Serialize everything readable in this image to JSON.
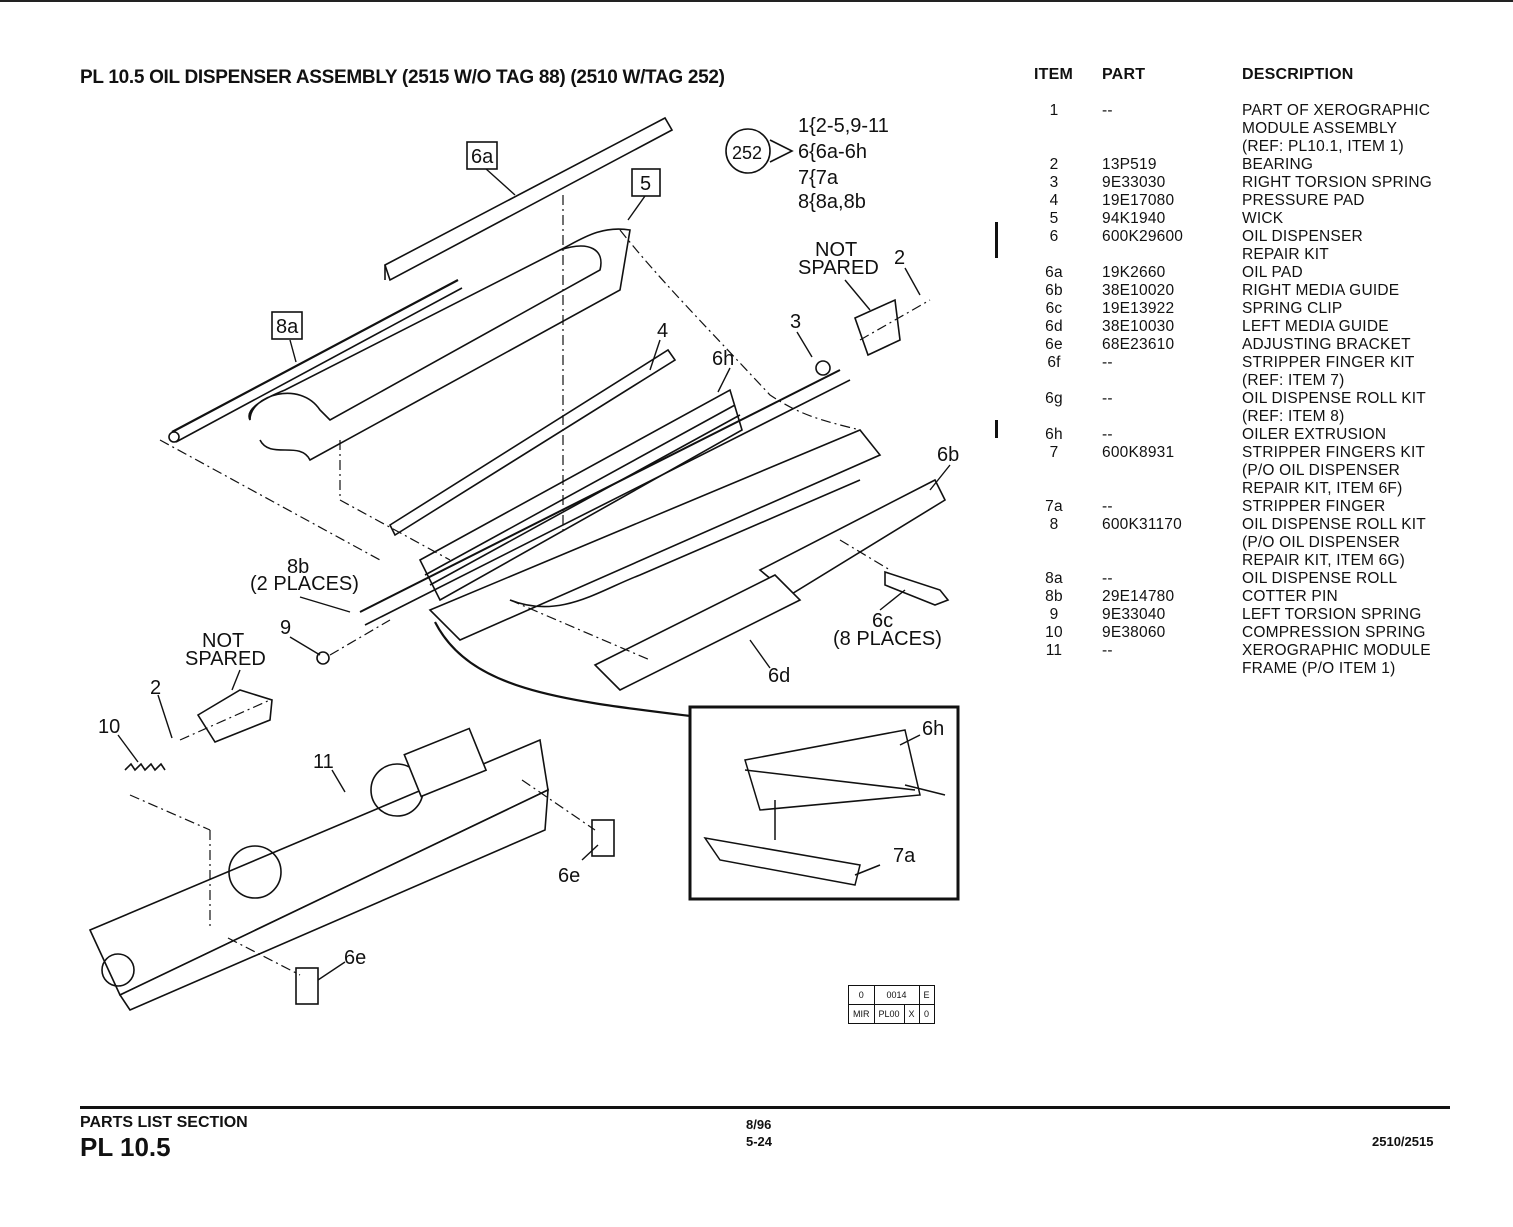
{
  "title": "PL 10.5 OIL DISPENSER ASSEMBLY (2515 W/O TAG 88) (2510 W/TAG 252)",
  "diagram": {
    "labels": {
      "6a": "6a",
      "5": "5",
      "8a": "8a",
      "4": "4",
      "6h": "6h",
      "3": "3",
      "2": "2",
      "not_spared": [
        "NOT",
        "SPARED"
      ],
      "6b": "6b",
      "8b": "8b",
      "two_places": "(2 PLACES)",
      "9": "9",
      "10": "10",
      "11": "11",
      "6e": "6e",
      "6c": "6c",
      "eight_places": "(8 PLACES)",
      "6d": "6d",
      "7a": "7a"
    },
    "tag": {
      "number": "252",
      "lines": [
        "1{2-5,9-11",
        "6{6a-6h",
        "7{7a",
        "8{8a,8b"
      ]
    },
    "stamp": {
      "row1": [
        "0",
        "0014",
        "E"
      ],
      "row2": [
        "MIR",
        "PL00",
        "X",
        "0"
      ]
    }
  },
  "table": {
    "headers": [
      "ITEM",
      "PART",
      "DESCRIPTION"
    ],
    "rows": [
      {
        "item": "1",
        "part": "--",
        "desc": [
          "PART OF XEROGRAPHIC",
          "MODULE ASSEMBLY",
          "(REF: PL10.1, ITEM 1)"
        ]
      },
      {
        "item": "2",
        "part": "13P519",
        "desc": [
          "BEARING"
        ]
      },
      {
        "item": "3",
        "part": "9E33030",
        "desc": [
          "RIGHT TORSION SPRING"
        ]
      },
      {
        "item": "4",
        "part": "19E17080",
        "desc": [
          "PRESSURE PAD"
        ]
      },
      {
        "item": "5",
        "part": "94K1940",
        "desc": [
          "WICK"
        ]
      },
      {
        "item": "6",
        "part": "600K29600",
        "desc": [
          "OIL DISPENSER",
          "REPAIR KIT"
        ]
      },
      {
        "item": "6a",
        "part": "19K2660",
        "desc": [
          "OIL PAD"
        ]
      },
      {
        "item": "6b",
        "part": "38E10020",
        "desc": [
          "RIGHT MEDIA GUIDE"
        ]
      },
      {
        "item": "6c",
        "part": "19E13922",
        "desc": [
          "SPRING CLIP"
        ]
      },
      {
        "item": "6d",
        "part": "38E10030",
        "desc": [
          "LEFT MEDIA GUIDE"
        ]
      },
      {
        "item": "6e",
        "part": "68E23610",
        "desc": [
          "ADJUSTING BRACKET"
        ]
      },
      {
        "item": "6f",
        "part": "--",
        "desc": [
          "STRIPPER FINGER KIT",
          "(REF: ITEM 7)"
        ]
      },
      {
        "item": "6g",
        "part": "--",
        "desc": [
          "OIL DISPENSE ROLL KIT",
          "(REF: ITEM 8)"
        ]
      },
      {
        "item": "6h",
        "part": "--",
        "desc": [
          "OILER EXTRUSION"
        ]
      },
      {
        "item": "7",
        "part": "600K8931",
        "desc": [
          "STRIPPER FINGERS KIT",
          "(P/O OIL DISPENSER",
          "REPAIR KIT, ITEM 6F)"
        ]
      },
      {
        "item": "7a",
        "part": "--",
        "desc": [
          "STRIPPER FINGER"
        ]
      },
      {
        "item": "8",
        "part": "600K31170",
        "desc": [
          "OIL DISPENSE ROLL KIT",
          "(P/O OIL DISPENSER",
          "REPAIR KIT, ITEM 6G)"
        ]
      },
      {
        "item": "8a",
        "part": "--",
        "desc": [
          "OIL DISPENSE ROLL"
        ]
      },
      {
        "item": "8b",
        "part": "29E14780",
        "desc": [
          "COTTER PIN"
        ]
      },
      {
        "item": "9",
        "part": "9E33040",
        "desc": [
          "LEFT TORSION SPRING"
        ]
      },
      {
        "item": "10",
        "part": "9E38060",
        "desc": [
          "COMPRESSION SPRING"
        ]
      },
      {
        "item": "11",
        "part": "--",
        "desc": [
          "XEROGRAPHIC MODULE",
          "FRAME (P/O ITEM 1)"
        ]
      }
    ]
  },
  "footer": {
    "section": "PARTS LIST SECTION",
    "pl": "PL 10.5",
    "date": "8/96",
    "page": "5-24",
    "model": "2510/2515"
  }
}
